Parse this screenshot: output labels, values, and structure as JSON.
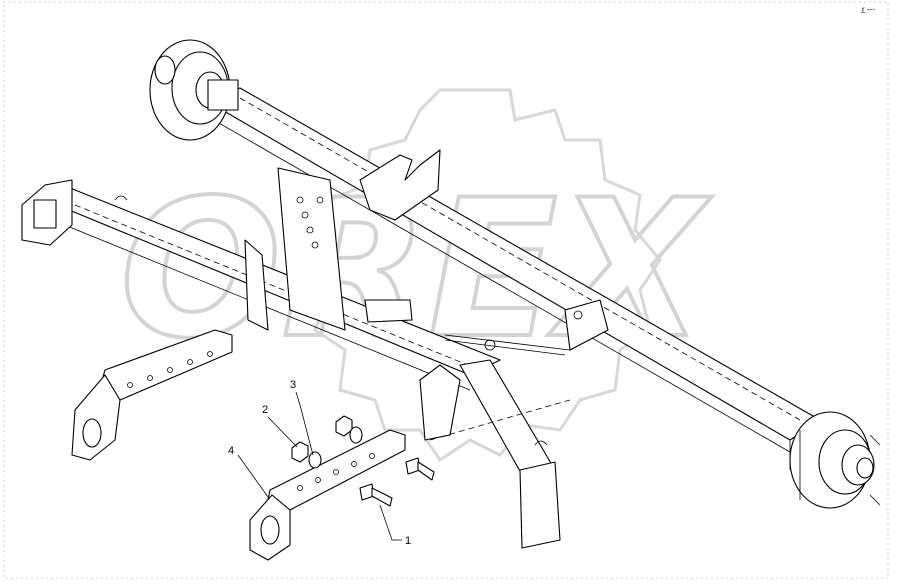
{
  "header_mark": "r̲ ---",
  "watermark": {
    "brand_text": "OREX"
  },
  "callouts": [
    {
      "id": "c1",
      "text": "1"
    },
    {
      "id": "c2",
      "text": "2"
    },
    {
      "id": "c3",
      "text": "3"
    },
    {
      "id": "c4",
      "text": "4"
    }
  ]
}
